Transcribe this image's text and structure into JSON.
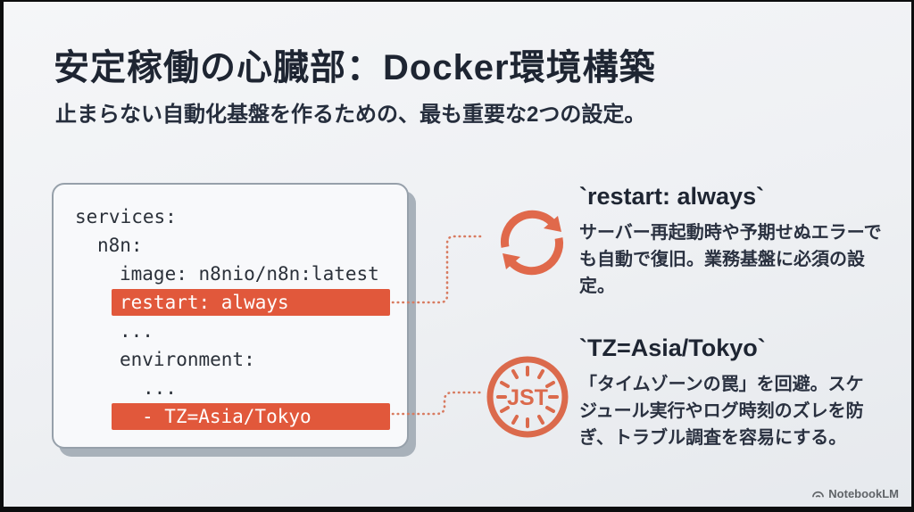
{
  "slide": {
    "title": "安定稼働の心臓部：Docker環境構築",
    "subtitle": "止まらない自動化基盤を作るための、最も重要な2つの設定。"
  },
  "code": {
    "lines": [
      {
        "text": "services:"
      },
      {
        "text": "n8n:"
      },
      {
        "text": "image: n8nio/n8n:latest"
      },
      {
        "text": "restart: always",
        "highlight": true
      },
      {
        "text": "..."
      },
      {
        "text": "environment:"
      },
      {
        "text": "..."
      },
      {
        "text": "- TZ=Asia/Tokyo",
        "highlight": true
      }
    ]
  },
  "callouts": [
    {
      "icon": "sync-arrows-icon",
      "title": "`restart: always`",
      "body_lines": [
        "サーバー再起動時や予期せぬエラーで",
        "も自動で復旧。業務基盤に必須の設",
        "定。"
      ]
    },
    {
      "icon": "jst-clock-icon",
      "clock_label": "JST",
      "title": "`TZ=Asia/Tokyo`",
      "body_lines": [
        "「タイムゾーンの罠」を回避。スケ",
        "ジュール実行やログ時刻のズレを防",
        "ぎ、トラブル調査を容易にする。"
      ]
    }
  ],
  "watermark": {
    "label": "NotebookLM"
  },
  "colors": {
    "accent_highlight": "#e1583b",
    "icon_orange": "#e0694b",
    "connector_dots": "#d87b60",
    "heading_text": "#1e2532",
    "card_border": "#96a0aa",
    "card_shadow": "#a8b1ba",
    "slide_background": "#eef0f3"
  }
}
